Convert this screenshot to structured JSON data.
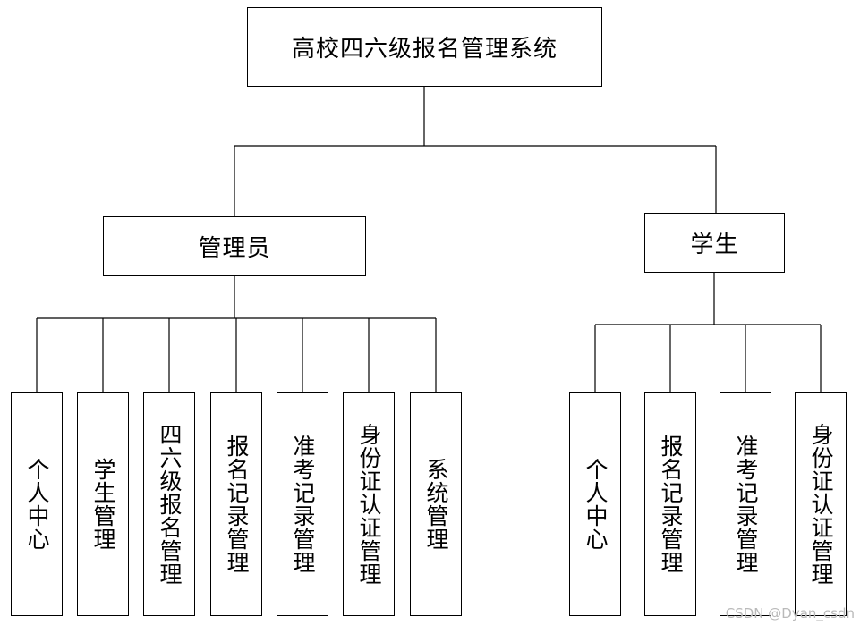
{
  "root": {
    "label": "高校四六级报名管理系统"
  },
  "admin": {
    "label": "管理员",
    "children": [
      "个人中心",
      "学生管理",
      "四六级报名管理",
      "报名记录管理",
      "准考记录管理",
      "身份证认证管理",
      "系统管理"
    ]
  },
  "student": {
    "label": "学生",
    "children": [
      "个人中心",
      "报名记录管理",
      "准考记录管理",
      "身份证认证管理"
    ]
  },
  "watermark": "CSDN @Dyan_csdn"
}
